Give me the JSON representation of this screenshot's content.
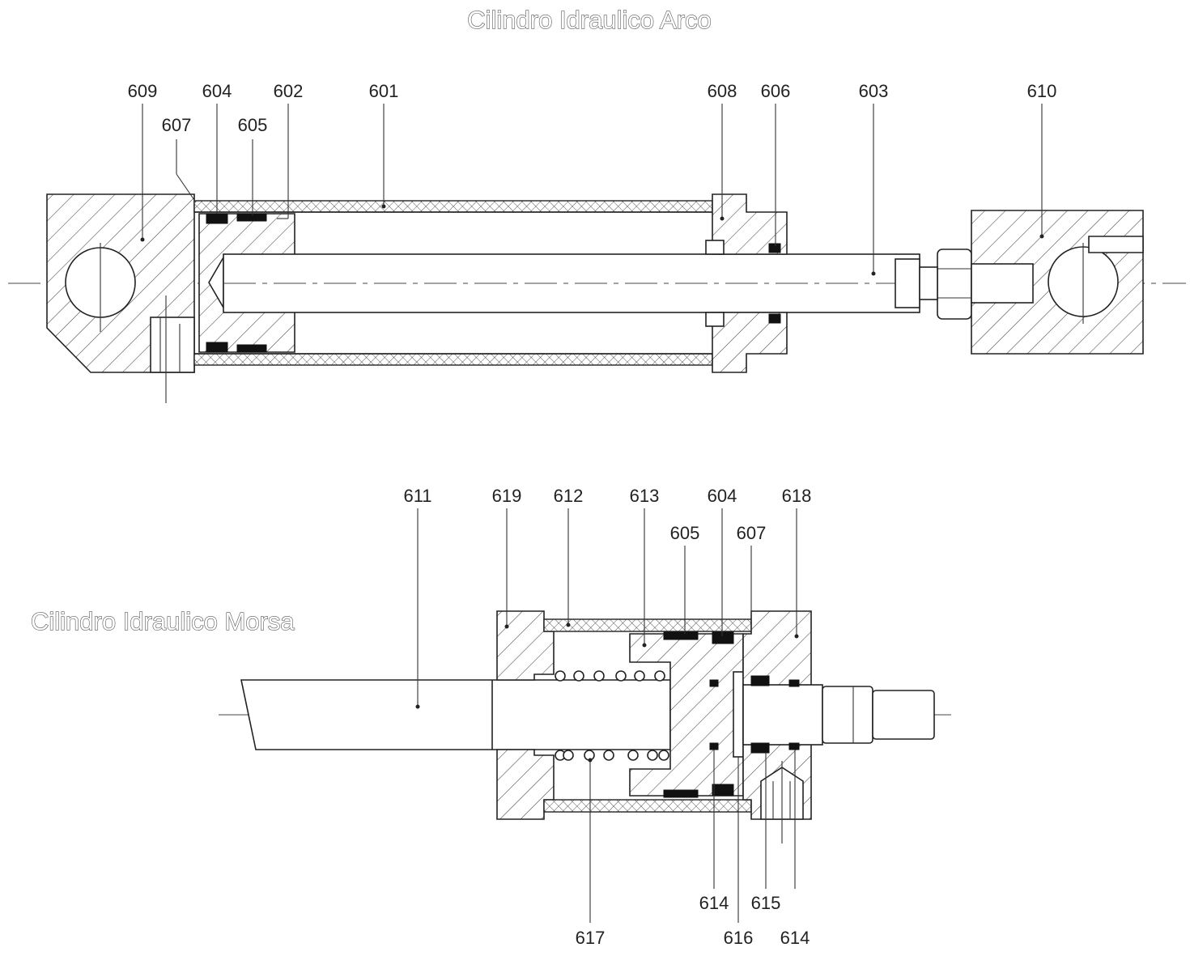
{
  "titles": {
    "arco": "Cilindro Idraulico Arco",
    "morsa": "Cilindro Idraulico Morsa"
  },
  "arco_labels": {
    "l609": "609",
    "l604": "604",
    "l602": "602",
    "l601": "601",
    "l607": "607",
    "l605": "605",
    "l608": "608",
    "l606": "606",
    "l603": "603",
    "l610": "610"
  },
  "morsa_labels": {
    "l611": "611",
    "l619": "619",
    "l612": "612",
    "l613": "613",
    "l604": "604",
    "l618": "618",
    "l605": "605",
    "l607": "607",
    "l614a": "614",
    "l615": "615",
    "l617": "617",
    "l616": "616",
    "l614b": "614"
  }
}
